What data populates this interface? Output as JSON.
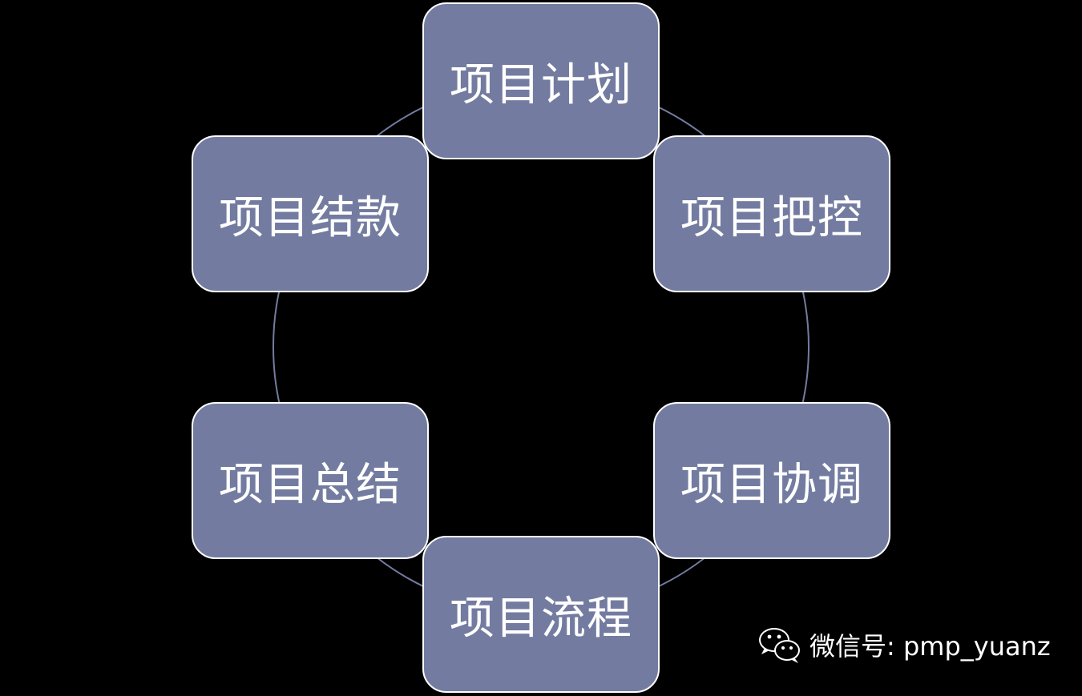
{
  "diagram": {
    "nodes": [
      {
        "id": "plan",
        "label": "项目计划"
      },
      {
        "id": "control",
        "label": "项目把控"
      },
      {
        "id": "coordination",
        "label": "项目协调"
      },
      {
        "id": "process",
        "label": "项目流程"
      },
      {
        "id": "summary",
        "label": "项目总结"
      },
      {
        "id": "settlement",
        "label": "项目结款"
      }
    ],
    "colors": {
      "background": "#000000",
      "node_fill": "#737ca0",
      "node_border": "#ffffff",
      "ring": "#737ca0",
      "text": "#ffffff"
    }
  },
  "watermark": {
    "icon": "wechat-icon",
    "text": "微信号: pmp_yuanz"
  }
}
